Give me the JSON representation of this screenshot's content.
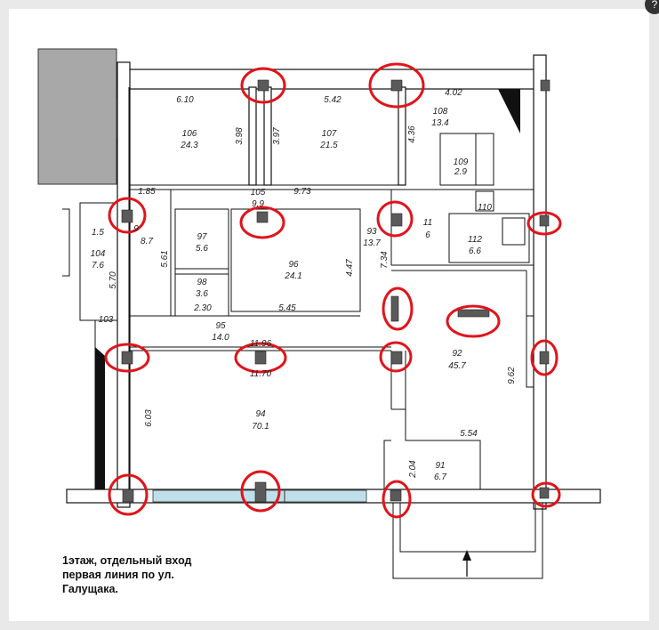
{
  "caption": {
    "line1": "1этаж, отдельный вход",
    "line2": "первая линия по ул.",
    "line3": "Галущака."
  },
  "rooms": [
    {
      "id": "r106",
      "number": "106",
      "area": "24.3"
    },
    {
      "id": "r107",
      "number": "107",
      "area": "21.5"
    },
    {
      "id": "r108",
      "number": "108",
      "area": "13.4"
    },
    {
      "id": "r109",
      "number": "109",
      "area": "2.9"
    },
    {
      "id": "r110",
      "number": "110",
      "area": ""
    },
    {
      "id": "r105",
      "number": "105",
      "area": "9.9"
    },
    {
      "id": "r9",
      "number": "9",
      "area": "8.7"
    },
    {
      "id": "r104",
      "number": "104",
      "area": "7.6"
    },
    {
      "id": "r97",
      "number": "97",
      "area": "5.6"
    },
    {
      "id": "r98",
      "number": "98",
      "area": "3.6"
    },
    {
      "id": "r96",
      "number": "96",
      "area": "24.1"
    },
    {
      "id": "r93",
      "number": "93",
      "area": "13.7"
    },
    {
      "id": "r111",
      "number": "11",
      "area": "6"
    },
    {
      "id": "r112",
      "number": "112",
      "area": "6.6"
    },
    {
      "id": "r103",
      "number": "103",
      "area": ""
    },
    {
      "id": "r95",
      "number": "95",
      "area": "14.0"
    },
    {
      "id": "r92",
      "number": "92",
      "area": "45.7"
    },
    {
      "id": "r94",
      "number": "94",
      "area": "70.1"
    },
    {
      "id": "r91",
      "number": "91",
      "area": "6.7"
    }
  ],
  "dimensions": {
    "d610": "6.10",
    "d542": "5.42",
    "d402": "4.02",
    "d398": "3.98",
    "d397": "3.97",
    "d436": "4.36",
    "d185": "1.85",
    "d973": "9.73",
    "d15": "1.5",
    "d561": "5.61",
    "d570": "5.70",
    "d447": "4.47",
    "d734": "7.34",
    "d230": "2.30",
    "d545": "5.45",
    "d1196": "11.96",
    "d1170": "11.70",
    "d603": "6.03",
    "d962": "9.62",
    "d554": "5.54",
    "d204": "2.04"
  },
  "ui": {
    "corner_icon": "?"
  }
}
